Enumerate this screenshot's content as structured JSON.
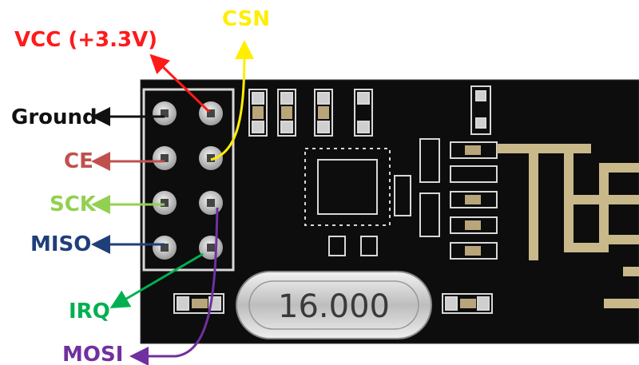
{
  "crystal_label": "16.000",
  "pins": {
    "vcc": {
      "label": "VCC (+3.3V)",
      "color": "#ff1a1a"
    },
    "csn": {
      "label": "CSN",
      "color": "#ffee00"
    },
    "ground": {
      "label": "Ground",
      "color": "#111111"
    },
    "ce": {
      "label": "CE",
      "color": "#c0504d"
    },
    "sck": {
      "label": "SCK",
      "color": "#92d050"
    },
    "miso": {
      "label": "MISO",
      "color": "#1f3f7a"
    },
    "irq": {
      "label": "IRQ",
      "color": "#00b050"
    },
    "mosi": {
      "label": "MOSI",
      "color": "#7030a0"
    }
  },
  "board": {
    "pcb_color": "#0d0d0d",
    "trace_color": "#c8b88a",
    "header_color": "#d8d8d8"
  }
}
